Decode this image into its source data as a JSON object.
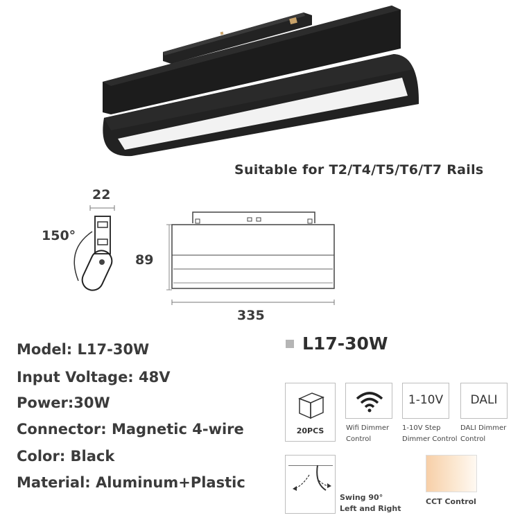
{
  "rails_text": "Suitable for T2/T4/T5/T6/T7 Rails",
  "dimensions": {
    "width_side": "22",
    "angle": "150°",
    "height": "89",
    "length": "335"
  },
  "model_heading": "L17-30W",
  "specs": [
    {
      "label": "Model:",
      "value": " L17-30W"
    },
    {
      "label": "Input Voltage:",
      "value": " 48V"
    },
    {
      "label": "Power:",
      "value": "30W"
    },
    {
      "label": "Connector:",
      "value": " Magnetic 4-wire"
    },
    {
      "label": "Color:",
      "value": " Black"
    },
    {
      "label": "Material:",
      "value": " Aluminum+Plastic"
    }
  ],
  "features": {
    "pcs_label": "20PCS",
    "wifi_caption_1": "Wifi Dimmer",
    "wifi_caption_2": "Control",
    "v10_box": "1-10V",
    "v10_caption_1": "1-10V Step",
    "v10_caption_2": "Dimmer Control",
    "dali_box": "DALI",
    "dali_caption_1": "DALI Dimmer",
    "dali_caption_2": "Control",
    "swing_caption_1": "Swing 90°",
    "swing_caption_2": "Left and Right",
    "cct_caption": "CCT Control"
  },
  "colors": {
    "housing": "#1e1e1e",
    "diffuser": "#f4f4f4",
    "cct_warm": "#f9d8b8",
    "cct_cool": "#fff5ea"
  }
}
